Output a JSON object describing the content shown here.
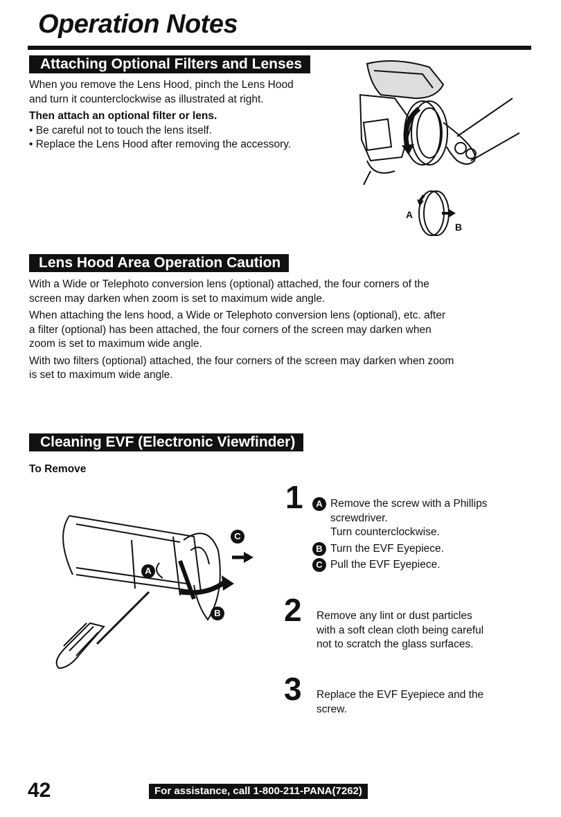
{
  "page": {
    "title": "Operation Notes",
    "number": "42",
    "assistance": "For assistance, call 1-800-211-PANA(7262)"
  },
  "filters": {
    "header": "Attaching Optional Filters and Lenses",
    "intro_1": "When you remove the Lens Hood, pinch the Lens Hood",
    "intro_2": "and turn it counterclockwise as illustrated at right.",
    "bold": "Then attach an optional filter or lens.",
    "bullet_1": "• Be careful not to touch the lens itself.",
    "bullet_2": "• Replace the Lens Hood after removing the accessory.",
    "figure": {
      "label_a": "A",
      "label_b": "B"
    }
  },
  "caution": {
    "header": "Lens Hood Area Operation Caution",
    "p1_l1": "With a Wide or Telephoto conversion lens (optional) attached, the four corners of the",
    "p1_l2": "screen may darken when zoom is set to maximum wide angle.",
    "p2_l1": "When attaching the lens hood, a Wide or Telephoto conversion lens (optional), etc. after",
    "p2_l2": "a filter (optional) has been attached, the four corners of the screen may darken when",
    "p2_l3": "zoom is set to maximum wide angle.",
    "p3_l1": "With two filters (optional) attached, the four corners of the screen may darken when zoom",
    "p3_l2": "is set to maximum wide angle."
  },
  "cleaning": {
    "header": "Cleaning EVF (Electronic Viewfinder)",
    "subheading": "To Remove",
    "figure": {
      "label_a": "A",
      "label_b": "B",
      "label_c": "C"
    },
    "steps": [
      {
        "number": "1",
        "a_letter": "A",
        "a_l1": "Remove the screw with a Phillips",
        "a_l2": "screwdriver.",
        "a_l3": "Turn counterclockwise.",
        "b_letter": "B",
        "b_text": "Turn the EVF Eyepiece.",
        "c_letter": "C",
        "c_text": "Pull the EVF Eyepiece."
      },
      {
        "number": "2",
        "l1": "Remove any lint or dust particles",
        "l2": "with a soft clean cloth being careful",
        "l3": "not to scratch the glass surfaces."
      },
      {
        "number": "3",
        "l1": "Replace the EVF Eyepiece and the",
        "l2": "screw."
      }
    ]
  }
}
